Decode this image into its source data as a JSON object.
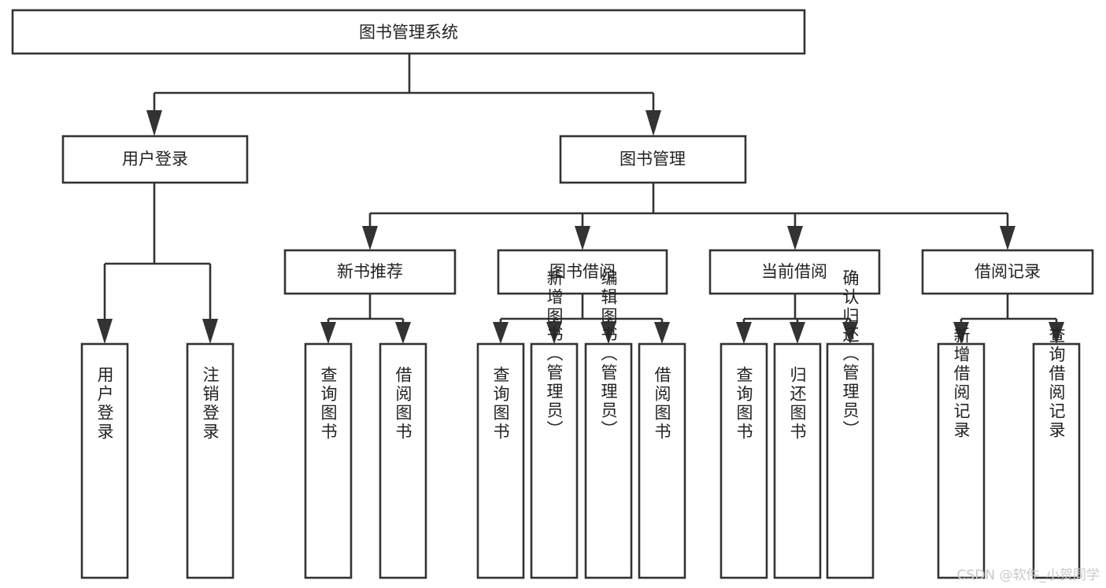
{
  "diagram": {
    "type": "tree-hierarchy",
    "title": "图书管理系统",
    "root": {
      "id": "root",
      "label": "图书管理系统"
    },
    "level1": [
      {
        "id": "user-login",
        "label": "用户登录"
      },
      {
        "id": "book-manage",
        "label": "图书管理"
      }
    ],
    "level2": [
      {
        "id": "new-book-recommend",
        "label": "新书推荐",
        "parent": "book-manage"
      },
      {
        "id": "book-borrow",
        "label": "图书借阅",
        "parent": "book-manage"
      },
      {
        "id": "current-borrow",
        "label": "当前借阅",
        "parent": "book-manage"
      },
      {
        "id": "borrow-record",
        "label": "借阅记录",
        "parent": "book-manage"
      }
    ],
    "leaves": {
      "user_login": [
        {
          "id": "leaf-user-login",
          "label": "用户登录"
        },
        {
          "id": "leaf-user-logout",
          "label": "注销登录"
        }
      ],
      "new_book_recommend": [
        {
          "id": "leaf-query-book-1",
          "label": "查询图书"
        },
        {
          "id": "leaf-borrow-book-1",
          "label": "借阅图书"
        }
      ],
      "book_borrow": [
        {
          "id": "leaf-query-book-2",
          "label": "查询图书"
        },
        {
          "id": "leaf-add-book",
          "label": "新增图书（管理员）"
        },
        {
          "id": "leaf-edit-book",
          "label": "编辑图书（管理员）"
        },
        {
          "id": "leaf-borrow-book-2",
          "label": "借阅图书"
        }
      ],
      "current_borrow": [
        {
          "id": "leaf-query-book-3",
          "label": "查询图书"
        },
        {
          "id": "leaf-return-book",
          "label": "归还图书"
        },
        {
          "id": "leaf-confirm-return",
          "label": "确认归还（管理员）"
        }
      ],
      "borrow_record": [
        {
          "id": "leaf-add-record",
          "label": "新增借阅记录"
        },
        {
          "id": "leaf-query-record",
          "label": "查询借阅记录"
        }
      ]
    },
    "watermark": "CSDN @软件_小贺同学",
    "colors": {
      "box_stroke": "#333333",
      "box_fill": "#ffffff",
      "text": "#222222",
      "watermark": "#c9c9c9",
      "background": "#ffffff"
    }
  }
}
